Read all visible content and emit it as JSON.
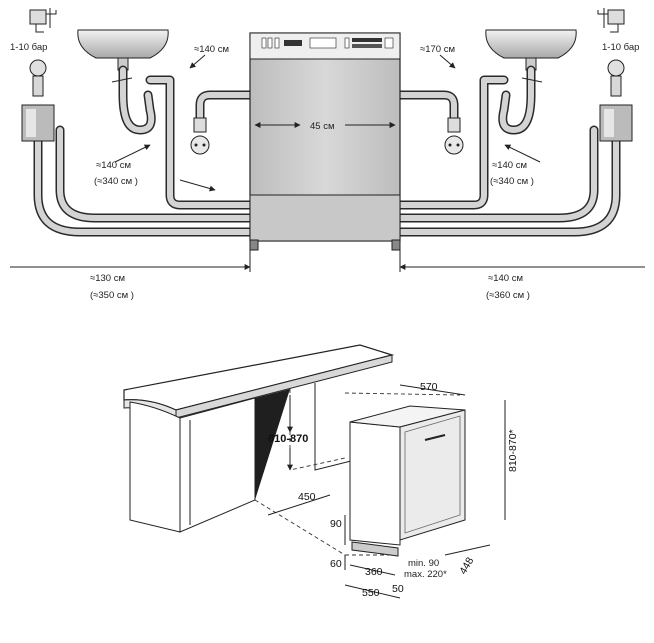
{
  "top_diagram": {
    "pressure_left": "1-10 бар",
    "pressure_right": "1-10 бар",
    "drain_hose_left": "≈140 см",
    "drain_hose_right": "≈170 см",
    "width_label": "45 см",
    "inlet_left_main": "≈140 см",
    "inlet_left_ext": "(≈340 см )",
    "inlet_right_main": "≈140 см",
    "inlet_right_ext": "(≈340 см )",
    "floor_left_main": "≈130 см",
    "floor_left_ext": "(≈350 см )",
    "floor_right_main": "≈140 см",
    "floor_right_ext": "(≈360 см )"
  },
  "bottom_diagram": {
    "niche_height": "810-870",
    "depth_top": "570",
    "height_right": "810-870*",
    "depth_side": "450",
    "plinth_90": "90",
    "plinth_60": "60",
    "dim_360": "360",
    "dim_550": "550",
    "dim_50": "50",
    "min_label": "min. 90",
    "max_label": "max. 220*",
    "dim_448": "448"
  },
  "colors": {
    "line": "#222222",
    "hose_fill": "#d4d4d4",
    "machine_fill": "#cfcfcf",
    "counter_fill": "#ffffff"
  }
}
